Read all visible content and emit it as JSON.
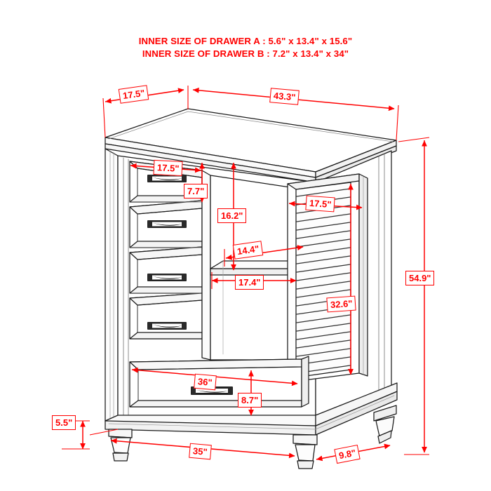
{
  "header": {
    "line1": "INNER SIZE OF DRAWER A : 5.6\" x 13.4\" x 15.6\"",
    "line2": "INNER SIZE OF DRAWER B : 7.2\" x 13.4\" x 34\"",
    "color": "#ff0000"
  },
  "diagram": {
    "subject": "five-drawer chest with louvered door cabinet",
    "line_color": "#ff0000",
    "outline_color": "#1a1a1a"
  },
  "dimensions": {
    "top_depth": "17.5\"",
    "top_width": "43.3\"",
    "drawer_a_width": "17.5\"",
    "drawer_a_height": "7.7\"",
    "upper_cabinet_height": "16.2\"",
    "shelf_depth": "14.4\"",
    "cabinet_opening_width": "17.4\"",
    "door_width": "17.5\"",
    "door_height": "32.6\"",
    "total_height": "54.9\"",
    "bottom_drawer_width": "36\"",
    "bottom_drawer_height": "8.7\"",
    "leg_height": "5.5\"",
    "base_width": "35\"",
    "base_depth": "9.8\""
  }
}
